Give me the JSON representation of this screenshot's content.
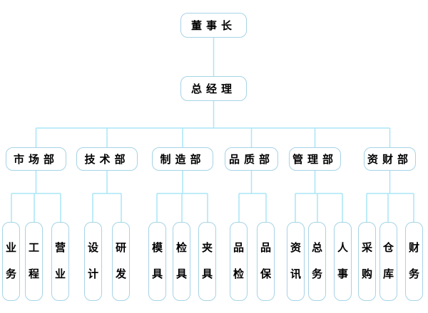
{
  "diagram": {
    "type": "organization-chart",
    "colors": {
      "background": "#ffffff",
      "connector_line": "#a9e6f7",
      "box_border": "#a6d3e6",
      "text": "#000000"
    },
    "root": {
      "label": "董事长"
    },
    "general_manager": {
      "label": "总经理"
    },
    "departments": [
      {
        "label": "市场部",
        "children": [
          "业务",
          "工程",
          "营业"
        ]
      },
      {
        "label": "技术部",
        "children": [
          "设计",
          "研发"
        ]
      },
      {
        "label": "制造部",
        "children": [
          "模具",
          "检具",
          "夹具"
        ]
      },
      {
        "label": "品质部",
        "children": [
          "品检",
          "品保"
        ]
      },
      {
        "label": "管理部",
        "children": [
          "资讯",
          "总务",
          "人事"
        ]
      },
      {
        "label": "资财部",
        "children": [
          "采购",
          "仓库",
          "财务"
        ]
      }
    ]
  }
}
